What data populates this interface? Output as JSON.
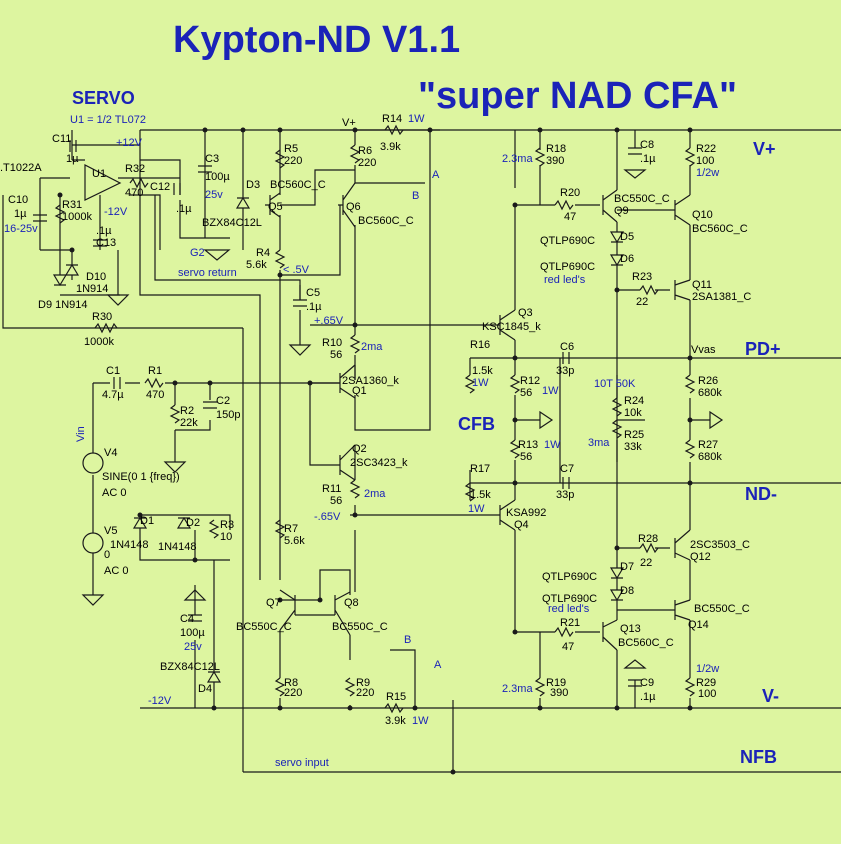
{
  "title": "Kypton-ND V1.1",
  "subtitle": "\"super NAD CFA\"",
  "servo": {
    "heading": "SERVO",
    "note": "U1 = 1/2 TL072",
    "opamp_model": ".T1022A",
    "opamp": "U1",
    "plus12": "+12V",
    "minus12": "-12V",
    "g2": "G2",
    "servo_return": "servo return",
    "servo_input": "servo input"
  },
  "rails": {
    "vplus_small": "V+",
    "vplus": "V+",
    "pdplus": "PD+",
    "ndminus": "ND-",
    "vminus": "V-",
    "nfb": "NFB",
    "cfb": "CFB",
    "vvas": "Vvas",
    "minus12_bottom": "-12V",
    "plus065": "+.65V",
    "minus065": "-.65V",
    "lt05": "< .5V"
  },
  "nets": {
    "A1": "A",
    "B1": "B",
    "A2": "A",
    "B2": "B"
  },
  "currents": {
    "i_r18": "2.3ma",
    "i_r10": "2ma",
    "i_r11": "2ma",
    "i_r19": "2.3ma",
    "i_r25": "3ma"
  },
  "components": [
    {
      "id": "C11",
      "a": "C11",
      "b": "1µ"
    },
    {
      "id": "R32",
      "a": "R32",
      "b": "470"
    },
    {
      "id": "C12",
      "a": "C12",
      "b": ".1µ"
    },
    {
      "id": "C3",
      "a": "C3",
      "b": "100µ"
    },
    {
      "id": "C3v",
      "a": "25v",
      "b": ""
    },
    {
      "id": "D3",
      "a": "D3",
      "b": "BZX84C12L"
    },
    {
      "id": "C10",
      "a": "C10",
      "b": "1µ"
    },
    {
      "id": "C10v",
      "a": "16-25v",
      "b": ""
    },
    {
      "id": "R31",
      "a": "R31",
      "b": "1000k"
    },
    {
      "id": "C13",
      "a": ".1µ",
      "b": "C13"
    },
    {
      "id": "D10",
      "a": "D10",
      "b": "1N914"
    },
    {
      "id": "D9",
      "a": "D9 1N914",
      "b": ""
    },
    {
      "id": "R30",
      "a": "R30",
      "b": "1000k"
    },
    {
      "id": "R5",
      "a": "R5",
      "b": "220"
    },
    {
      "id": "R6",
      "a": "R6",
      "b": "220"
    },
    {
      "id": "R14",
      "a": "R14",
      "b": "3.9k"
    },
    {
      "id": "R14w",
      "a": "1W",
      "b": ""
    },
    {
      "id": "Q5",
      "a": "BC560C_C",
      "b": "Q5"
    },
    {
      "id": "Q6",
      "a": "Q6",
      "b": "BC560C_C"
    },
    {
      "id": "R4",
      "a": "R4",
      "b": "5.6k"
    },
    {
      "id": "C5",
      "a": "C5",
      "b": ".1µ"
    },
    {
      "id": "R10",
      "a": "R10",
      "b": "56"
    },
    {
      "id": "C1",
      "a": "C1",
      "b": "4.7µ"
    },
    {
      "id": "R1",
      "a": "R1",
      "b": "470"
    },
    {
      "id": "R2",
      "a": "R2",
      "b": "22k"
    },
    {
      "id": "C2",
      "a": "C2",
      "b": "150p"
    },
    {
      "id": "Q1",
      "a": "2SA1360_k",
      "b": "Q1"
    },
    {
      "id": "Q2",
      "a": "Q2",
      "b": "2SC3423_k"
    },
    {
      "id": "R11",
      "a": "R11",
      "b": "56"
    },
    {
      "id": "V4",
      "a": "V4",
      "b": "SINE(0 1 {freq})"
    },
    {
      "id": "V4ac",
      "a": "AC 0",
      "b": "Vin"
    },
    {
      "id": "V5",
      "a": "V5",
      "b": "0"
    },
    {
      "id": "V5ac",
      "a": "AC 0",
      "b": ""
    },
    {
      "id": "D1",
      "a": "D1",
      "b": "1N4148"
    },
    {
      "id": "D2",
      "a": "D2",
      "b": "1N4148"
    },
    {
      "id": "R3",
      "a": "R3",
      "b": "10"
    },
    {
      "id": "C4",
      "a": "C4",
      "b": "100µ"
    },
    {
      "id": "C4v",
      "a": "25v",
      "b": ""
    },
    {
      "id": "D4",
      "a": "BZX84C12L",
      "b": "D4"
    },
    {
      "id": "R7",
      "a": "R7",
      "b": "5.6k"
    },
    {
      "id": "Q7",
      "a": "Q7",
      "b": "BC550C_C"
    },
    {
      "id": "Q8",
      "a": "Q8",
      "b": "BC550C_C"
    },
    {
      "id": "R8",
      "a": "R8",
      "b": "220"
    },
    {
      "id": "R9",
      "a": "R9",
      "b": "220"
    },
    {
      "id": "R15",
      "a": "R15",
      "b": "3.9k"
    },
    {
      "id": "R15w",
      "a": "1W",
      "b": ""
    },
    {
      "id": "R18",
      "a": "R18",
      "b": "390"
    },
    {
      "id": "C8",
      "a": "C8",
      "b": ".1µ"
    },
    {
      "id": "R22",
      "a": "R22",
      "b": "100"
    },
    {
      "id": "R22w",
      "a": "1/2w",
      "b": ""
    },
    {
      "id": "R20",
      "a": "R20",
      "b": "47"
    },
    {
      "id": "Q9",
      "a": "BC550C_C",
      "b": "Q9"
    },
    {
      "id": "Q10",
      "a": "Q10",
      "b": "BC560C_C"
    },
    {
      "id": "D5",
      "a": "QTLP690C",
      "b": "D5"
    },
    {
      "id": "D6",
      "a": "QTLP690C",
      "b": "D6"
    },
    {
      "id": "led1",
      "a": "red led's",
      "b": ""
    },
    {
      "id": "R23",
      "a": "R23",
      "b": "22"
    },
    {
      "id": "Q11",
      "a": "Q11",
      "b": "2SA1381_C"
    },
    {
      "id": "Q3",
      "a": "Q3",
      "b": "KSC1845_k"
    },
    {
      "id": "R16",
      "a": "R16",
      "b": "1.5k"
    },
    {
      "id": "R16w",
      "a": "1W",
      "b": ""
    },
    {
      "id": "C6",
      "a": "C6",
      "b": "33p"
    },
    {
      "id": "R12",
      "a": "R12",
      "b": "56"
    },
    {
      "id": "R12w",
      "a": "1W",
      "b": ""
    },
    {
      "id": "pot",
      "a": "10T 50K",
      "b": ""
    },
    {
      "id": "R24",
      "a": "R24",
      "b": "10k"
    },
    {
      "id": "R25",
      "a": "R25",
      "b": "33k"
    },
    {
      "id": "R26",
      "a": "R26",
      "b": "680k"
    },
    {
      "id": "R27",
      "a": "R27",
      "b": "680k"
    },
    {
      "id": "R13",
      "a": "R13",
      "b": "56"
    },
    {
      "id": "R13w",
      "a": "1W",
      "b": ""
    },
    {
      "id": "R17",
      "a": "R17",
      "b": "1.5k"
    },
    {
      "id": "R17w",
      "a": "1W",
      "b": ""
    },
    {
      "id": "C7",
      "a": "C7",
      "b": "33p"
    },
    {
      "id": "Q4",
      "a": "KSA992",
      "b": "Q4"
    },
    {
      "id": "R28",
      "a": "R28",
      "b": "22"
    },
    {
      "id": "Q12",
      "a": "2SC3503_C",
      "b": "Q12"
    },
    {
      "id": "D7",
      "a": "QTLP690C",
      "b": "D7"
    },
    {
      "id": "D8",
      "a": "QTLP690C",
      "b": "D8"
    },
    {
      "id": "led2",
      "a": "red led's",
      "b": ""
    },
    {
      "id": "R21",
      "a": "R21",
      "b": "47"
    },
    {
      "id": "Q13",
      "a": "Q13",
      "b": "BC560C_C"
    },
    {
      "id": "Q14",
      "a": "BC550C_C",
      "b": "Q14"
    },
    {
      "id": "R19",
      "a": "R19",
      "b": "390"
    },
    {
      "id": "C9",
      "a": "C9",
      "b": ".1µ"
    },
    {
      "id": "R29",
      "a": "1/2w",
      "b": "R29"
    },
    {
      "id": "R29v",
      "a": "100",
      "b": ""
    }
  ]
}
